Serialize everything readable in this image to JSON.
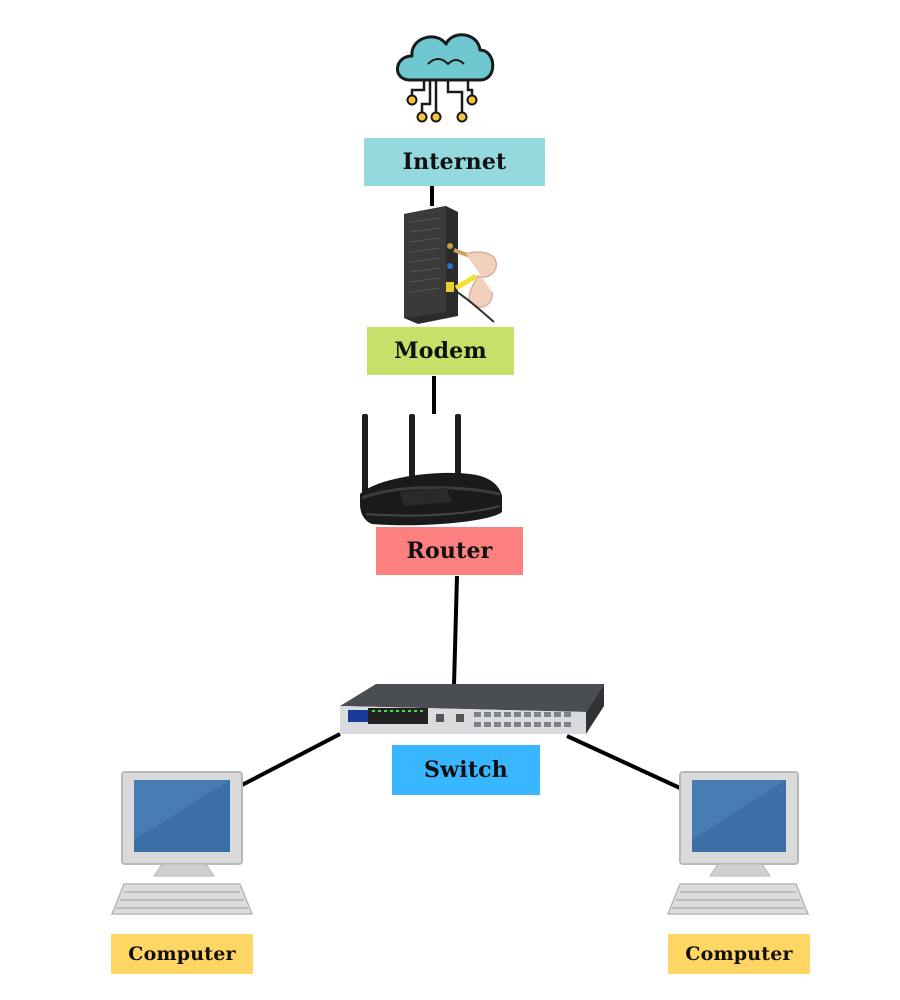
{
  "nodes": {
    "internet": {
      "label": "Internet",
      "color": "#94d9de",
      "icon": "cloud-network-icon"
    },
    "modem": {
      "label": "Modem",
      "color": "#c7e06a",
      "icon": "modem-icon"
    },
    "router": {
      "label": "Router",
      "color": "#fd8080",
      "icon": "router-icon"
    },
    "switch": {
      "label": "Switch",
      "color": "#38b6ff",
      "icon": "network-switch-icon"
    },
    "computer_left": {
      "label": "Computer",
      "color": "#ffd563",
      "icon": "computer-icon"
    },
    "computer_right": {
      "label": "Computer",
      "color": "#ffd563",
      "icon": "computer-icon"
    }
  },
  "edges": [
    {
      "from": "internet",
      "to": "modem"
    },
    {
      "from": "modem",
      "to": "router"
    },
    {
      "from": "router",
      "to": "switch"
    },
    {
      "from": "switch",
      "to": "computer_left"
    },
    {
      "from": "switch",
      "to": "computer_right"
    }
  ]
}
